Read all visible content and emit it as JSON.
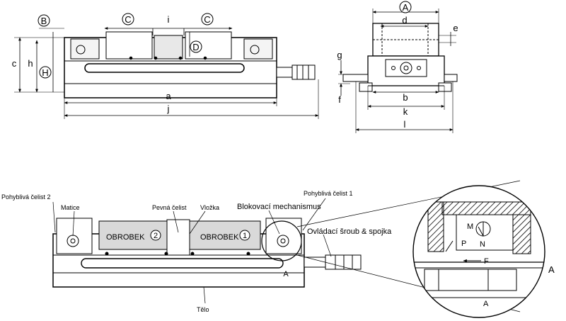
{
  "dimensions": {
    "B": "B",
    "C": "C",
    "i": "i",
    "D": "D",
    "H": "H",
    "c": "c",
    "h": "h",
    "a": "a",
    "j": "j",
    "A": "A",
    "d": "d",
    "e": "e",
    "g": "g",
    "f": "f",
    "b": "b",
    "k": "k",
    "l": "l"
  },
  "labels": {
    "movable_jaw_2": "Pohyblivá čelist 2",
    "nut": "Matice",
    "fixed_jaw": "Pevná čelist",
    "insert": "Vložka",
    "locking_mechanism": "Blokovací mechanismus",
    "movable_jaw_1": "Pohyblivá čelist 1",
    "screw_coupling": "Ovládací šroub & spojka",
    "body": "Tělo",
    "workpiece": "OBROBEK",
    "workpiece_2_num": "2",
    "workpiece_1_num": "1",
    "section_A": "A",
    "detail_A": "A",
    "detail_A_small": "A"
  },
  "detail_letters": {
    "M": "M",
    "N": "N",
    "P": "P",
    "F": "F"
  }
}
